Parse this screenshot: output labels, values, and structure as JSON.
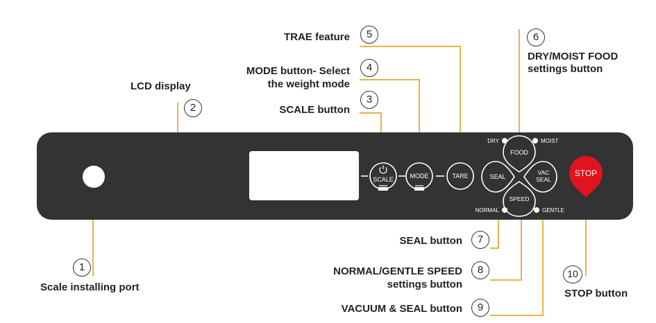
{
  "callouts": [
    {
      "number": "1",
      "label": "Scale installing port"
    },
    {
      "number": "2",
      "label": "LCD display"
    },
    {
      "number": "3",
      "label": "SCALE button"
    },
    {
      "number": "4",
      "label_line1": "MODE button- Select",
      "label_line2": "the weight mode"
    },
    {
      "number": "5",
      "label": "TRAE feature"
    },
    {
      "number": "6",
      "label_line1": "DRY/MOIST FOOD",
      "label_line2": "settings button"
    },
    {
      "number": "7",
      "label": "SEAL button"
    },
    {
      "number": "8",
      "label_line1": "NORMAL/GENTLE SPEED",
      "label_line2": "settings button"
    },
    {
      "number": "9",
      "label": "VACUUM & SEAL button"
    },
    {
      "number": "10",
      "label": "STOP button"
    }
  ],
  "panel_buttons": {
    "scale": "SCALE",
    "mode": "MODE",
    "tare": "TARE",
    "food": "FOOD",
    "seal": "SEAL",
    "vac_seal_line1": "VAC",
    "vac_seal_line2": "SEAL",
    "speed": "SPEED",
    "stop": "STOP"
  },
  "indicators": {
    "dry": "DRY",
    "moist": "MOIST",
    "normal": "NORMAL",
    "gentle": "GENTLE"
  },
  "colors": {
    "panel": "#333333",
    "leader_line": "#e7b24a",
    "stop_button": "#e0141e"
  }
}
